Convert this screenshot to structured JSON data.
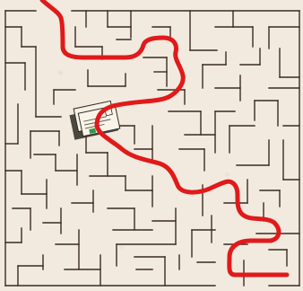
{
  "game": {
    "type": "maze",
    "colors": {
      "background": "#f2eadf",
      "walls": "#3a2b22",
      "path": "#e01a1a",
      "envelope_paper": "#f5f1e6",
      "envelope_shadow": "#2f2a23",
      "stamp": "#2e9a4a"
    },
    "elements": {
      "maze_walls": "maze-walls",
      "solution_path": "solution-path",
      "goal_item": "envelopes-icon"
    }
  }
}
